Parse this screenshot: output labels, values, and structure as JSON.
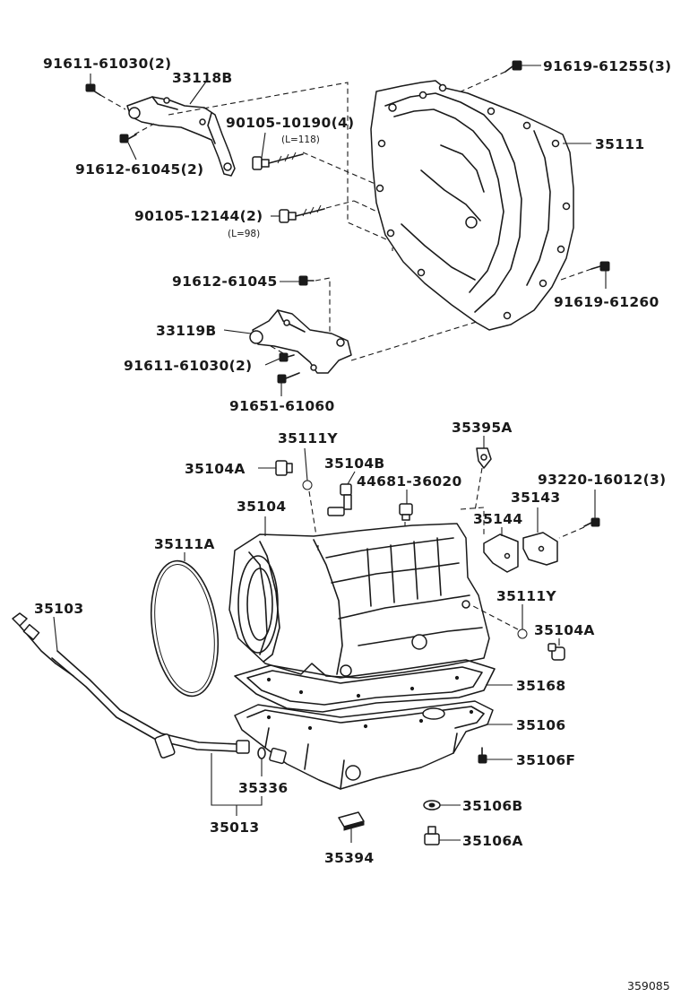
{
  "labels": {
    "p_91611_61030_top": "91611-61030(2)",
    "p_33118b": "33118B",
    "p_90105_10190": "90105-10190(4)",
    "p_90105_10190_len": "(L=118)",
    "p_91612_61045_2": "91612-61045(2)",
    "p_90105_12144": "90105-12144(2)",
    "p_90105_12144_len": "(L=98)",
    "p_91612_61045": "91612-61045",
    "p_33119b": "33119B",
    "p_91611_61030_bottom": "91611-61030(2)",
    "p_91651_61060": "91651-61060",
    "p_91619_61255": "91619-61255(3)",
    "p_35111": "35111",
    "p_91619_61260": "91619-61260",
    "p_35111y_top": "35111Y",
    "p_35395a": "35395A",
    "p_35104a_top": "35104A",
    "p_35104b": "35104B",
    "p_44681_36020": "44681-36020",
    "p_93220_16012": "93220-16012(3)",
    "p_35104": "35104",
    "p_35143": "35143",
    "p_35144": "35144",
    "p_35111a": "35111A",
    "p_35103": "35103",
    "p_35111y_right": "35111Y",
    "p_35104a_right": "35104A",
    "p_35168": "35168",
    "p_35106": "35106",
    "p_35106f": "35106F",
    "p_35336": "35336",
    "p_35106b": "35106B",
    "p_35013": "35013",
    "p_35106a": "35106A",
    "p_35394": "35394"
  },
  "diagram_code": "359085"
}
